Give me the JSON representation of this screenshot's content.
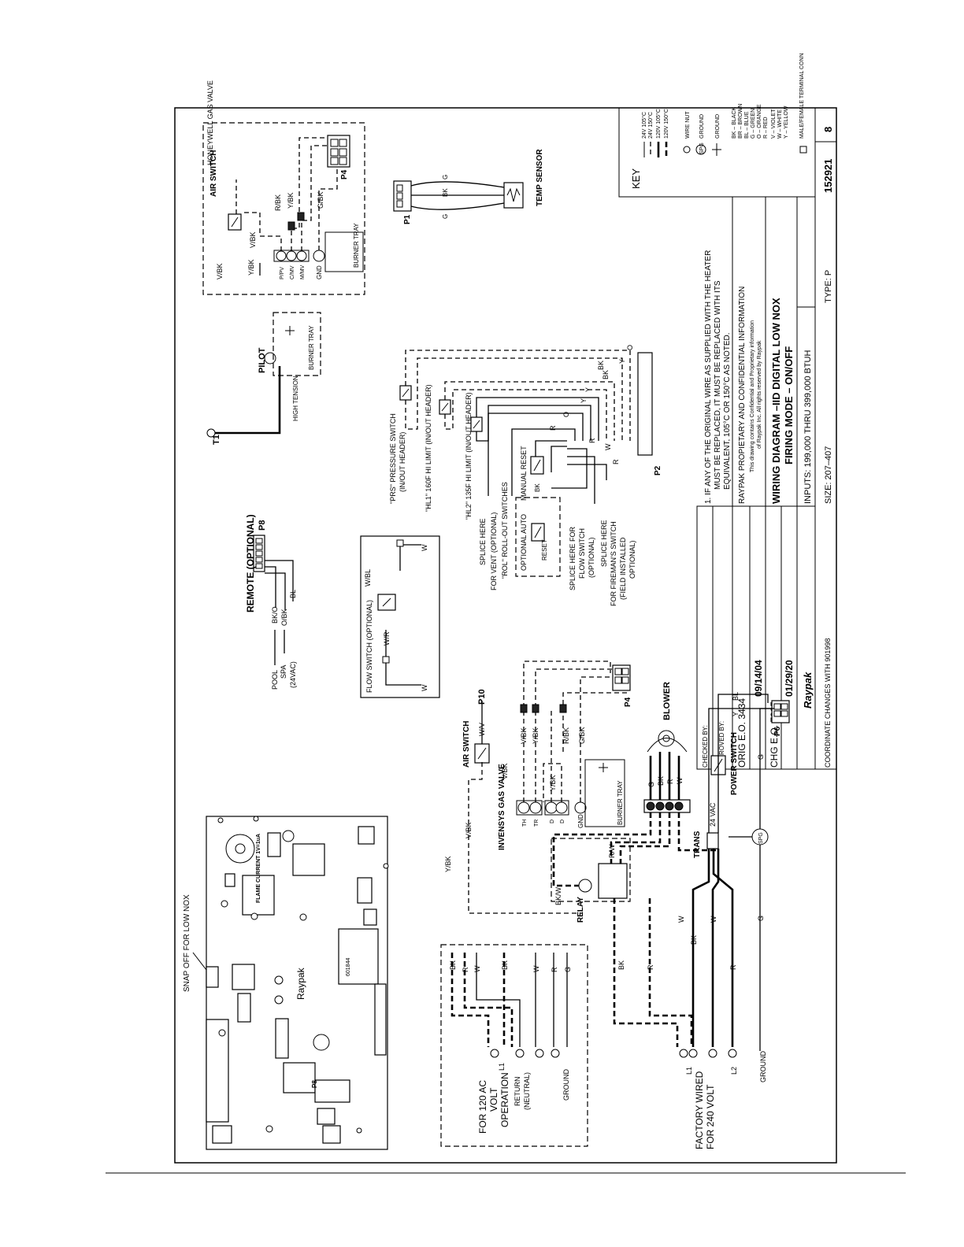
{
  "labels": {
    "snap_off": "SNAP OFF FOR LOW NOX",
    "board_brand": "Raypak",
    "flame_current": "FLAME CURRENT 1V=1uA",
    "board_part": "601844",
    "remote": "REMOTE (OPTIONAL)",
    "p8": "P8",
    "pool": "POOL",
    "spa": "SPA",
    "vac24": "(24VAC)",
    "bk_o": "BK/O",
    "o_bk": "O/BK",
    "bl": "BL",
    "flow_switch": "FLOW SWITCH (OPTIONAL)",
    "w_r": "W/R",
    "w_bl": "W/BL",
    "w": "W",
    "t1": "T1",
    "high_tension": "HIGH TENSION",
    "pilot": "PILOT",
    "burner_tray": "BURNER TRAY",
    "prs": "\"PRS\" PRESSURE SWITCH",
    "in_out_header": "(IN/OUT HEADER)",
    "hl1": "\"HL1\" 160F HI LIMIT (IN/OUT HEADER)",
    "hl2": "\"HL2\" 135F HI LIMIT (IN/OUT HEADER)",
    "splice_vent_1": "SPLICE HERE",
    "splice_vent_2": "FOR VENT (OPTIONAL)",
    "rol": "\"ROL\" ROLL-OUT SWITCHES",
    "optional_auto": "OPTIONAL AUTO",
    "manual_reset": "MANUAL RESET",
    "reset": "RESET",
    "splice_flow_1": "SPLICE HERE FOR",
    "splice_flow_2": "FLOW SWITCH",
    "splice_flow_3": "(OPTIONAL)",
    "splice_fire_1": "SPLICE HERE",
    "splice_fire_2": "FOR FIREMAN'S SWITCH",
    "splice_fire_3": "(FIELD INSTALLED",
    "splice_fire_4": "OPTIONAL)",
    "p2": "P2",
    "air_switch": "AIR SWITCH",
    "honeywell_gas_valve": "HONEYWELL GAS VALVE",
    "p4": "P4",
    "p1": "P1",
    "temp_sensor": "TEMP SENSOR",
    "gnd": "GND",
    "invensys_gas_valve": "INVENSYS GAS VALVE",
    "p10": "P10",
    "w_v": "W/V",
    "v_bk": "V/BK",
    "y_bk": "Y/BK",
    "r_bk": "R/BK",
    "g_bk": "G/BK",
    "bk_w": "BK/W",
    "r_w": "R/W",
    "relay": "RELAY",
    "blower": "BLOWER",
    "trans": "TRANS",
    "vac_24": "24 VAC",
    "power_switch": "POWER SWITCH",
    "spg": "SPG",
    "p6": "P6",
    "for_120": "FOR 120 AC",
    "volt": "VOLT",
    "operation": "OPERATION",
    "return": "RETURN",
    "neutral": "(NEUTRAL)",
    "ground": "GROUND",
    "l1": "L1",
    "l2": "L2",
    "factory_wired": "FACTORY WIRED",
    "for_240": "FOR 240 VOLT",
    "bk": "BK",
    "r": "R",
    "g": "G",
    "y": "Y",
    "o": "O",
    "pp_pv": "P/PV",
    "c_mv": "C/MV",
    "m_mv": "M/MV",
    "th": "TH",
    "tr": "TR",
    "d": "D"
  },
  "notes": {
    "note1_line1": "1.  IF ANY OF THE ORIGINAL WIRE AS SUPPLIED WITH THE HEATER",
    "note1_line2": "MUST BE REPLACED, IT MUST BE REPLACED WITH ITS",
    "note1_line3": "EQUIVALENT, 105°C OR 150°C AS NOTED."
  },
  "title_block": {
    "checked_by": "CHECKED BY:",
    "approved_by": "APPROVED BY:",
    "orig_eo": "ORIG E.O. 3434",
    "orig_date": "09/14/04",
    "chg_eo": "CHG E.O. 7005",
    "chg_date": "01/29/20",
    "logo": "Raypak",
    "proprietary": "RAYPAK PROPIETARY AND CONFIDENTIAL INFORMATION",
    "proprietary_2": "This drawing contains Confidential and Proprietary information",
    "proprietary_3": "of Raypak Inc. All rights reserved by Raypak",
    "title_1": "WIRING DIAGRAM –IID DIGITAL LOW NOX",
    "title_2": "FIRING MODE – ON/OFF",
    "inputs": "INPUTS:   199,000 THRU 399,000 BTUH",
    "size": "SIZE:       207–407",
    "type": "TYPE:   P",
    "doc_no": "152921",
    "rev": "8",
    "coordinate": "COORDINATE CHANGES WITH 901998"
  },
  "key": {
    "title": "KEY",
    "items": [
      "24V 105°C",
      "24V 150°C",
      "120V 105°C",
      "120V 150°C",
      "WIRE NUT",
      "GROUND",
      "GROUND"
    ],
    "colors": [
      "BK – BLACK",
      "BR – BROWN",
      "BL – BLUE",
      "G – GREEN",
      "O – ORANGE",
      "R – RED",
      "V – VIOLET",
      "W – WHITE",
      "Y – YELLOW"
    ],
    "conn": "MALE/FEMALE TERMINAL CONN",
    "spg": "SPG"
  }
}
